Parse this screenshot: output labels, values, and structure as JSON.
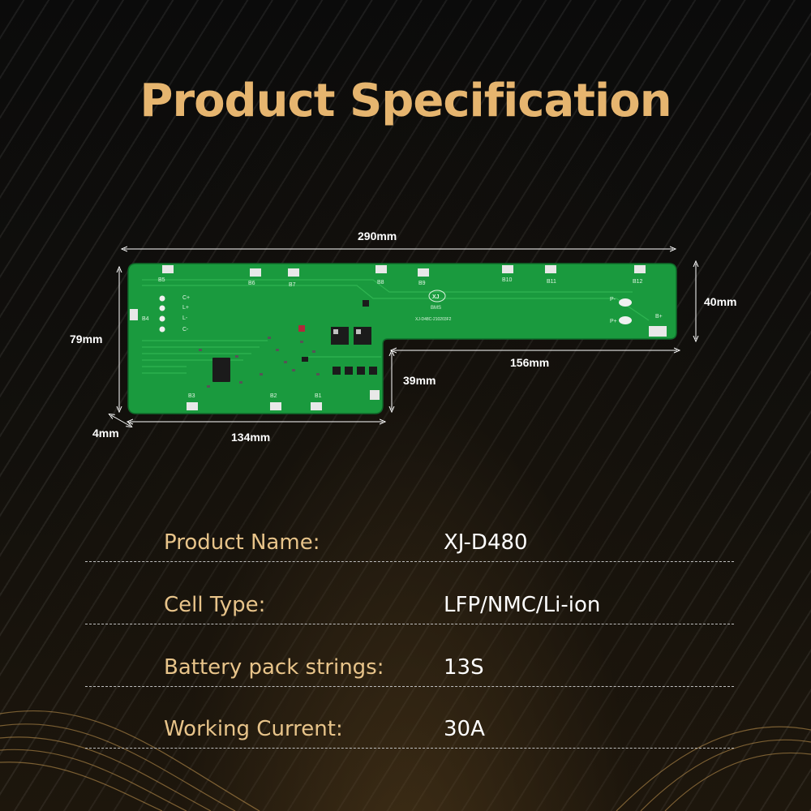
{
  "title": "Product Specification",
  "dimensions": {
    "overall_length": "290mm",
    "overall_height": "79mm",
    "tail_height": "40mm",
    "tail_length": "156mm",
    "step_height": "39mm",
    "head_length": "134mm",
    "thickness": "4mm"
  },
  "board": {
    "color": "#1a9a3e",
    "logo_text": "XJ",
    "brand_text": "BMS",
    "model_marking": "XJ-D48C-210203F2",
    "pad_labels": [
      "B5",
      "B6",
      "B7",
      "B8",
      "B9",
      "B10",
      "B11",
      "B12",
      "B4",
      "B3",
      "B2",
      "B1",
      "C+",
      "L+",
      "L-",
      "C-",
      "P-",
      "P+",
      "B+"
    ]
  },
  "specs": [
    {
      "label": "Product Name:",
      "value": "XJ-D480"
    },
    {
      "label": "Cell Type:",
      "value": "LFP/NMC/Li-ion"
    },
    {
      "label": "Battery pack strings:",
      "value": "13S"
    },
    {
      "label": "Working Current:",
      "value": "30A"
    }
  ],
  "colors": {
    "title": "#e6b56f",
    "label": "#e8c48a",
    "value": "#ffffff"
  }
}
